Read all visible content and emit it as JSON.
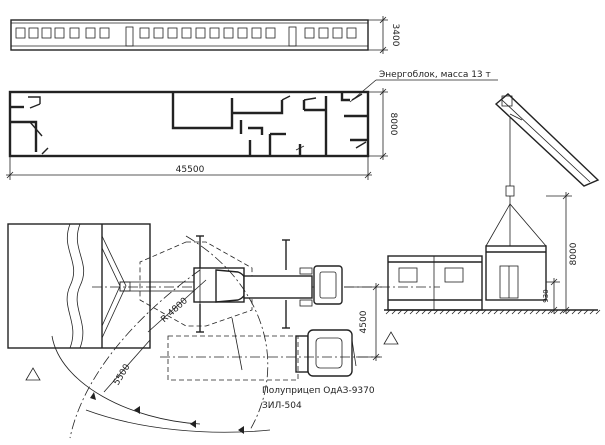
{
  "labels": {
    "height_facade": "3400",
    "width_plan": "8000",
    "length_plan": "45500",
    "energy_block": "Энергоблок, масса 13 т",
    "radius": "R 4800",
    "distance_5500": "5500",
    "distance_4500": "4500",
    "semitrailer_line1": "Полуприцеп ОдАЗ-9370",
    "semitrailer_line2": "ЗИЛ-504",
    "lift_height": "8000",
    "base_height": "930"
  }
}
